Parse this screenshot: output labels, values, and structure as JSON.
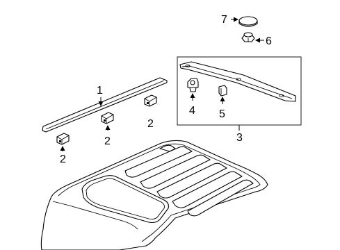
{
  "callouts": {
    "c1": "1",
    "c2a": "2",
    "c2b": "2",
    "c2c": "2",
    "c3": "3",
    "c4": "4",
    "c5": "5",
    "c6": "6",
    "c7": "7"
  }
}
